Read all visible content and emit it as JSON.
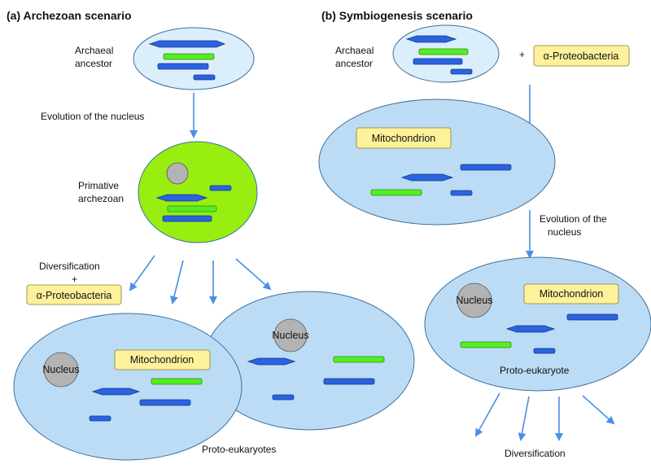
{
  "archezoan": {
    "title": "(a)  Archezoan scenario",
    "archaeal_ancestor": [
      "Archaeal",
      "ancestor"
    ],
    "evolution_label": "Evolution of the nucleus",
    "primative_archezoan": [
      "Primative",
      "archezoan"
    ],
    "diversification": [
      "Diversification",
      "+"
    ],
    "proteobacteria": "α-Proteobacteria",
    "mitochondrion": "Mitochondrion",
    "nucleus_left": "Nucleus",
    "nucleus_right": "Nucleus",
    "proto_eukaryotes": "Proto-eukaryotes"
  },
  "symbiogenesis": {
    "title": "(b)  Symbiogenesis scenario",
    "archaeal_ancestor": [
      "Archaeal",
      "ancestor"
    ],
    "plus": "+",
    "proteobacteria": "α-Proteobacteria",
    "mitochondrion_top": "Mitochondrion",
    "evolution_label": [
      "Evolution of the",
      "nucleus"
    ],
    "nucleus": "Nucleus",
    "mitochondrion_bottom": "Mitochondrion",
    "proto_eukaryote": "Proto-eukaryote",
    "diversification": "Diversification"
  },
  "colors": {
    "cell_fill": "#bcdcf5",
    "cell_fill_light": "#dbeefb",
    "cell_stroke": "#3d6f9e",
    "archezoan_fill": "#99ee11",
    "nucleus_fill": "#b3b3b3",
    "yellow_box": "#fdf29b",
    "blue_shape": "#2a63e0",
    "green_shape": "#55ee22",
    "arrow": "#4a90e2"
  }
}
